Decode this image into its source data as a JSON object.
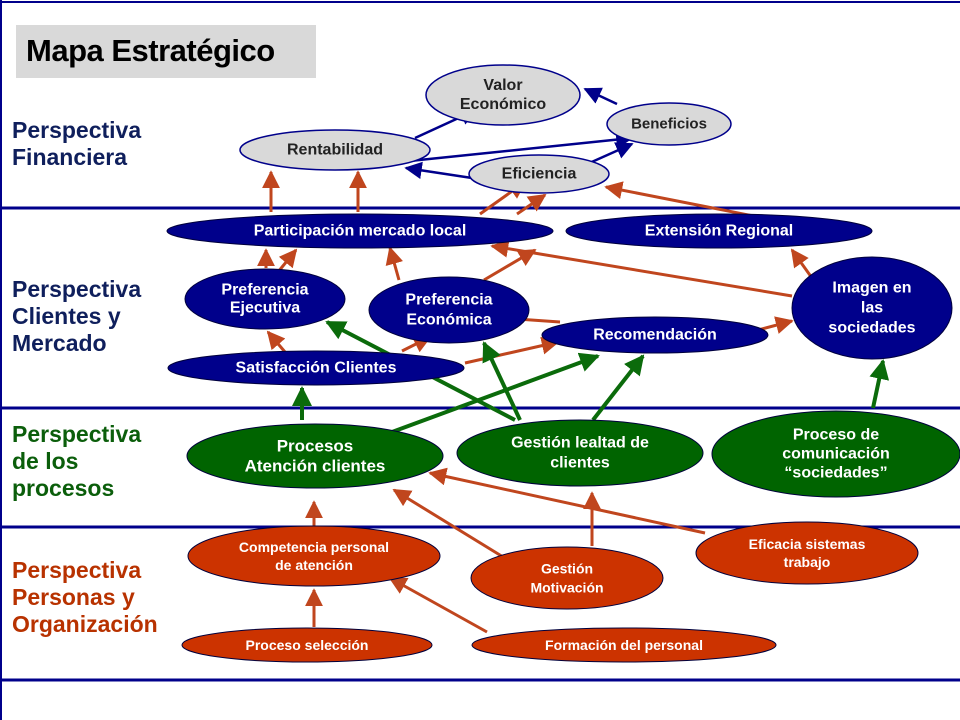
{
  "title": "Mapa Estratégico",
  "colors": {
    "navy": "#00008B",
    "green": "#006400",
    "red_orange": "#CC3300",
    "grey": "#D9D9D9",
    "line_blue": "#00008B",
    "arrow_red": "#C0461E",
    "arrow_green": "#0B6B0B"
  },
  "perspectives": [
    {
      "label": "Perspectiva\nFinanciera",
      "color": "#0F1F5C"
    },
    {
      "label": "Perspectiva\nClientes y\nMercado",
      "color": "#0F1F5C"
    },
    {
      "label": "Perspectiva\nde los\nprocesos",
      "color": "#0B5E0B"
    },
    {
      "label": "Perspectiva\nPersonas y\nOrganización",
      "color": "#B83200"
    }
  ],
  "nodes": {
    "valor": [
      "Valor",
      "Económico"
    ],
    "beneficios": [
      "Beneficios"
    ],
    "rentabilidad": [
      "Rentabilidad"
    ],
    "eficiencia": [
      "Eficiencia"
    ],
    "participacion": [
      "Participación mercado local"
    ],
    "extension": [
      "Extensión Regional"
    ],
    "pref_ejecutiva": [
      "Preferencia",
      "Ejecutiva"
    ],
    "pref_economica": [
      "Preferencia",
      "Económica"
    ],
    "imagen": [
      "Imagen en",
      "las",
      "sociedades"
    ],
    "recomendacion": [
      "Recomendación"
    ],
    "satisfaccion": [
      "Satisfacción Clientes"
    ],
    "procesos_atencion": [
      "Procesos",
      "Atención clientes"
    ],
    "gestion_lealtad": [
      "Gestión lealtad de",
      "clientes"
    ],
    "proceso_comunicacion": [
      "Proceso de",
      "comunicación",
      "“sociedades”"
    ],
    "competencia": [
      "Competencia personal",
      "de atención"
    ],
    "gestion_motivacion": [
      "Gestión",
      "Motivación"
    ],
    "eficacia": [
      "Eficacia sistemas",
      "trabajo"
    ],
    "proceso_seleccion": [
      "Proceso selección"
    ],
    "formacion": [
      "Formación del  personal"
    ]
  }
}
